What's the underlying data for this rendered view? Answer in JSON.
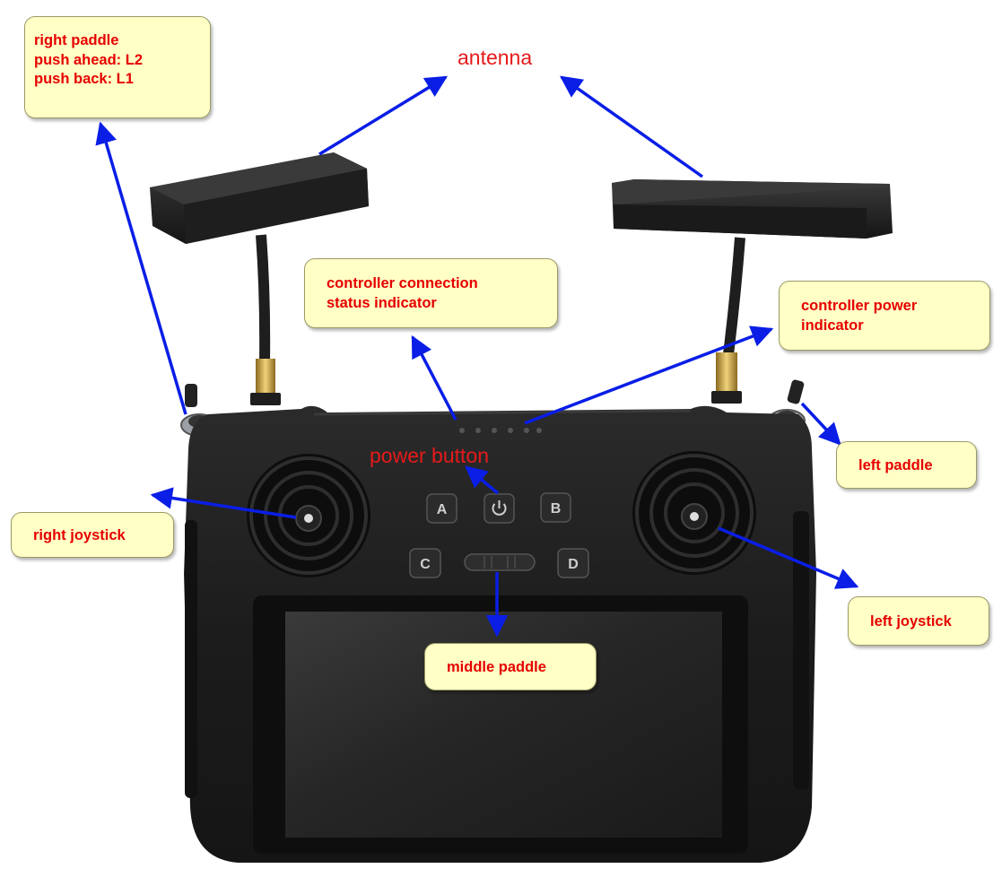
{
  "labels": {
    "antenna": "antenna",
    "power_button": "power button",
    "right_paddle": [
      "right paddle",
      "push ahead: L2",
      "push back: L1"
    ],
    "controller_connection": [
      "controller connection",
      "status indicator"
    ],
    "controller_power": [
      "controller power",
      "indicator"
    ],
    "left_paddle": "left paddle",
    "right_joystick": "right joystick",
    "left_joystick": "left joystick",
    "middle_paddle": "middle paddle"
  },
  "buttons": {
    "a": "A",
    "b": "B",
    "c": "C",
    "d": "D"
  },
  "colors": {
    "arrow": "#0a1ee6",
    "callout_fill": "#ffffc6",
    "callout_text": "#e60000",
    "controller_body": "#1a1a1a"
  }
}
